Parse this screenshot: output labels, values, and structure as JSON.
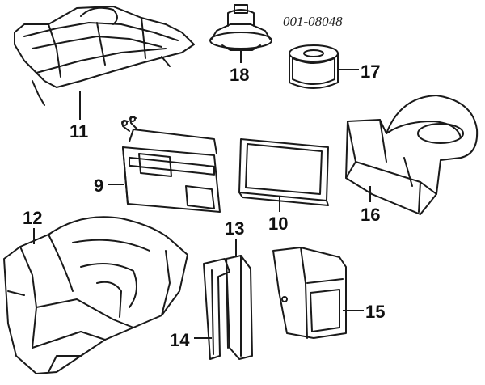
{
  "document_id": "001-08048",
  "callouts": {
    "p9": "9",
    "p10": "10",
    "p11": "11",
    "p12": "12",
    "p13": "13",
    "p14": "14",
    "p15": "15",
    "p16": "16",
    "p17": "17",
    "p18": "18"
  },
  "colors": {
    "ink": "#1a1a1a",
    "background": "#ffffff"
  }
}
